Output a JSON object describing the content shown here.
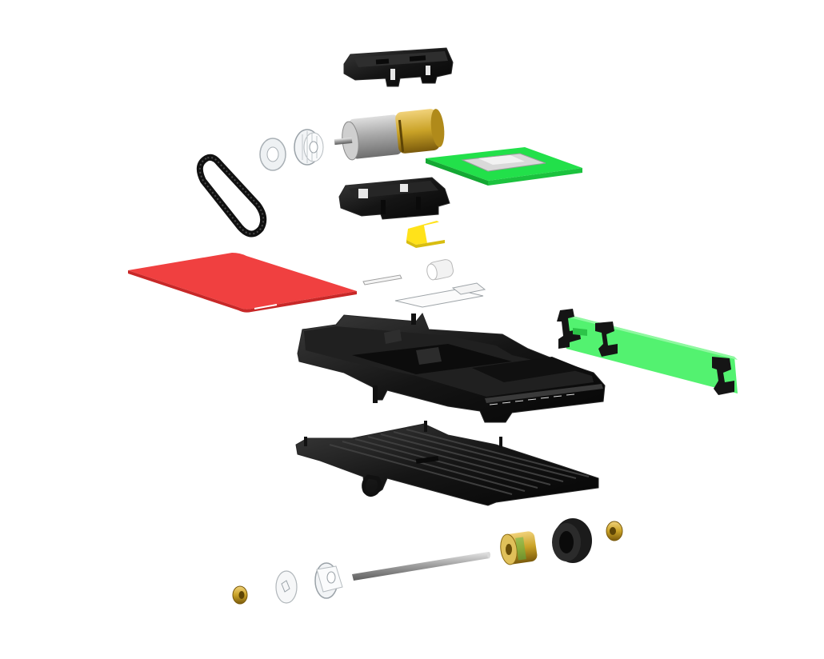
{
  "diagram": {
    "colors": {
      "background": "#ffffff",
      "housing_black": "#141414",
      "housing_edge": "#3a3a3a",
      "pcb_green": "#22e04a",
      "pcb_green_light": "#7cf58f",
      "battery_red": "#f04040",
      "battery_red_light": "#ff6a6a",
      "brass": "#c9a227",
      "brass_dark": "#8a6a12",
      "steel": "#bfbfbf",
      "steel_dark": "#8a8a8a",
      "foam_yellow": "#ffe21a",
      "rubber": "#1b1b1b",
      "clear_plastic": "#e8ecef"
    },
    "parts": [
      {
        "id": "top-cover",
        "icon": "black-clip-cover"
      },
      {
        "id": "gear-motor",
        "icon": "brass-steel-motor"
      },
      {
        "id": "motor-pulley",
        "icon": "clear-gear"
      },
      {
        "id": "spacer-washer",
        "icon": "clear-washer"
      },
      {
        "id": "drive-belt",
        "icon": "black-belt"
      },
      {
        "id": "motor-mount",
        "icon": "black-bracket"
      },
      {
        "id": "control-pcb",
        "icon": "green-board"
      },
      {
        "id": "foam-pad",
        "icon": "yellow-foam"
      },
      {
        "id": "battery-pack",
        "icon": "red-slab"
      },
      {
        "id": "pin",
        "icon": "thin-pin"
      },
      {
        "id": "bushing",
        "icon": "white-cylinder"
      },
      {
        "id": "clear-film",
        "icon": "film-outline"
      },
      {
        "id": "side-pcb",
        "icon": "green-strip-board"
      },
      {
        "id": "main-chassis",
        "icon": "black-chassis"
      },
      {
        "id": "base-plate",
        "icon": "black-grille-plate"
      },
      {
        "id": "drive-shaft",
        "icon": "steel-rod"
      },
      {
        "id": "wheel-pulley",
        "icon": "brass-pulley"
      },
      {
        "id": "rubber-tire",
        "icon": "black-tire"
      },
      {
        "id": "end-nut-right",
        "icon": "brass-nut"
      },
      {
        "id": "end-nut-left",
        "icon": "brass-nut"
      },
      {
        "id": "clear-pulley",
        "icon": "clear-gear"
      },
      {
        "id": "clear-washer-lower",
        "icon": "clear-washer"
      }
    ]
  }
}
